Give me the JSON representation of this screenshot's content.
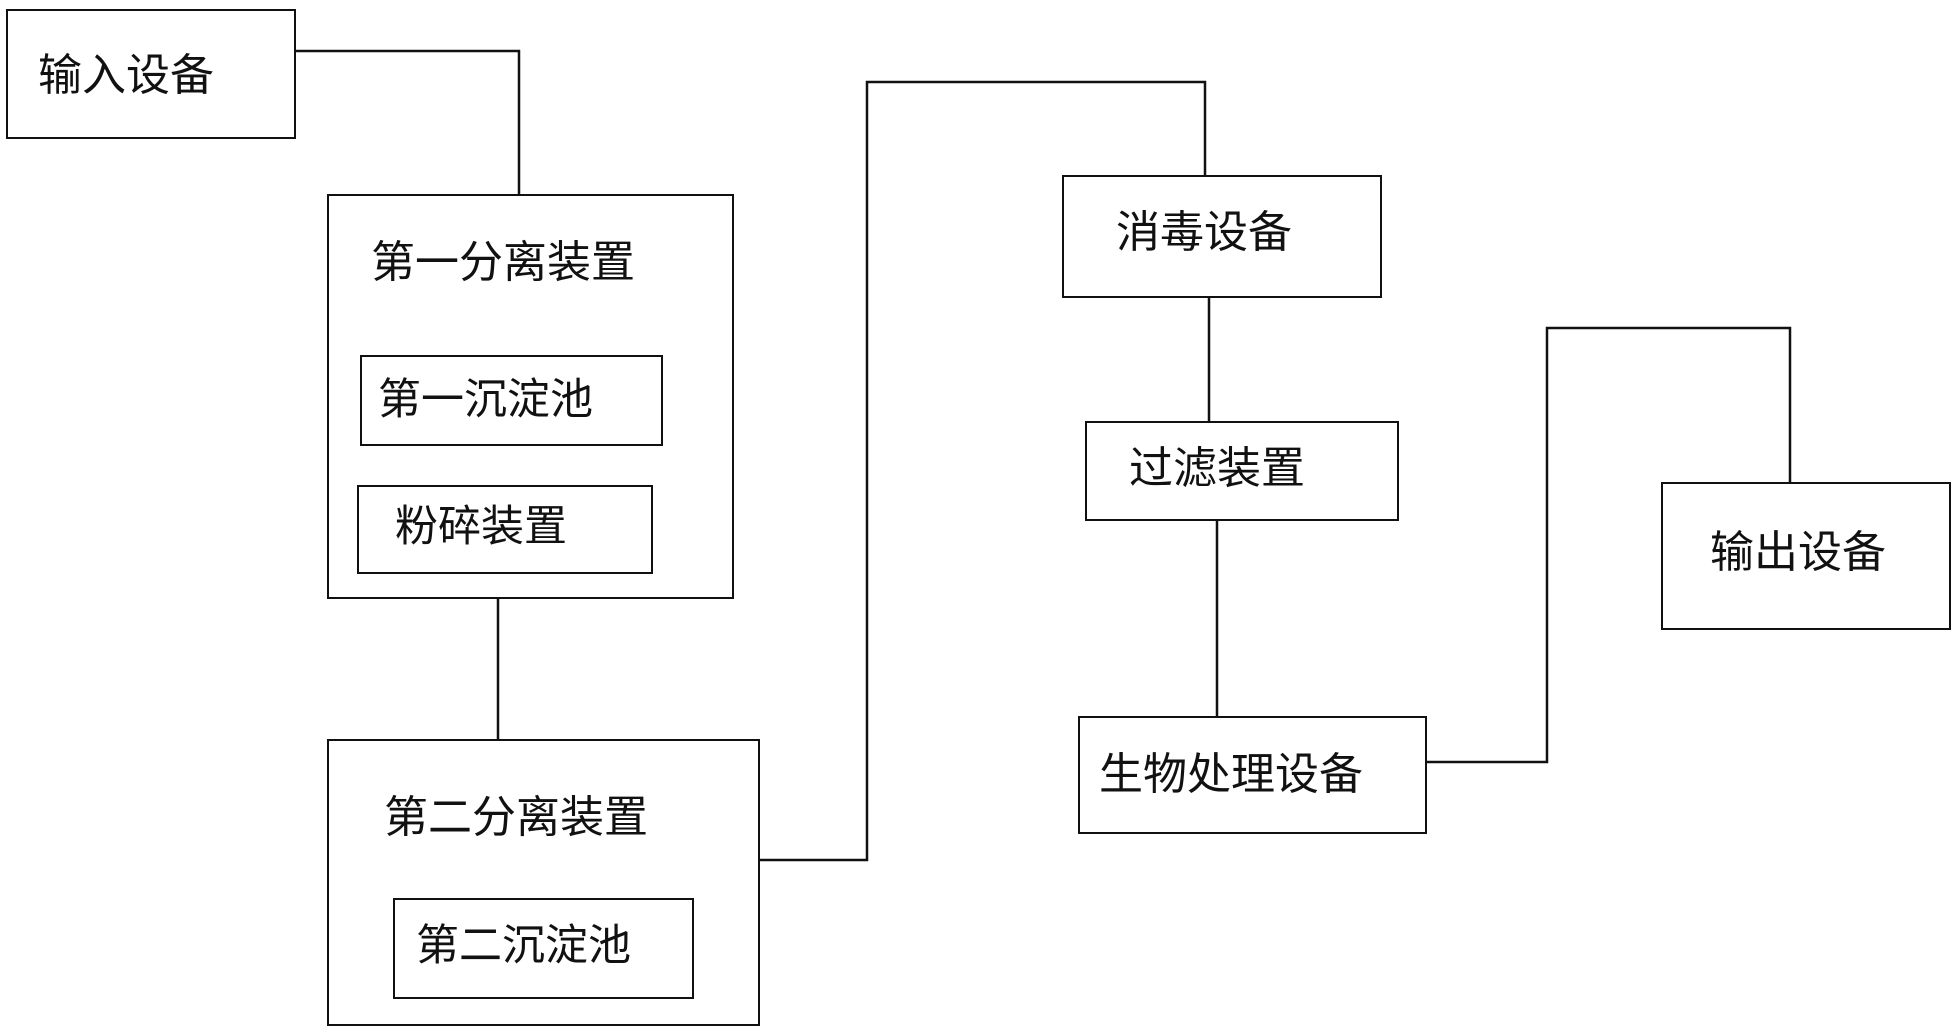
{
  "diagram": {
    "nodes": {
      "input_device": "输入设备",
      "first_separation_device": "第一分离装置",
      "first_sedimentation_tank": "第一沉淀池",
      "crushing_device": "粉碎装置",
      "second_separation_device": "第二分离装置",
      "second_sedimentation_tank": "第二沉淀池",
      "disinfection_device": "消毒设备",
      "filtration_device": "过滤装置",
      "biological_treatment_device": "生物处理设备",
      "output_device": "输出设备"
    }
  }
}
